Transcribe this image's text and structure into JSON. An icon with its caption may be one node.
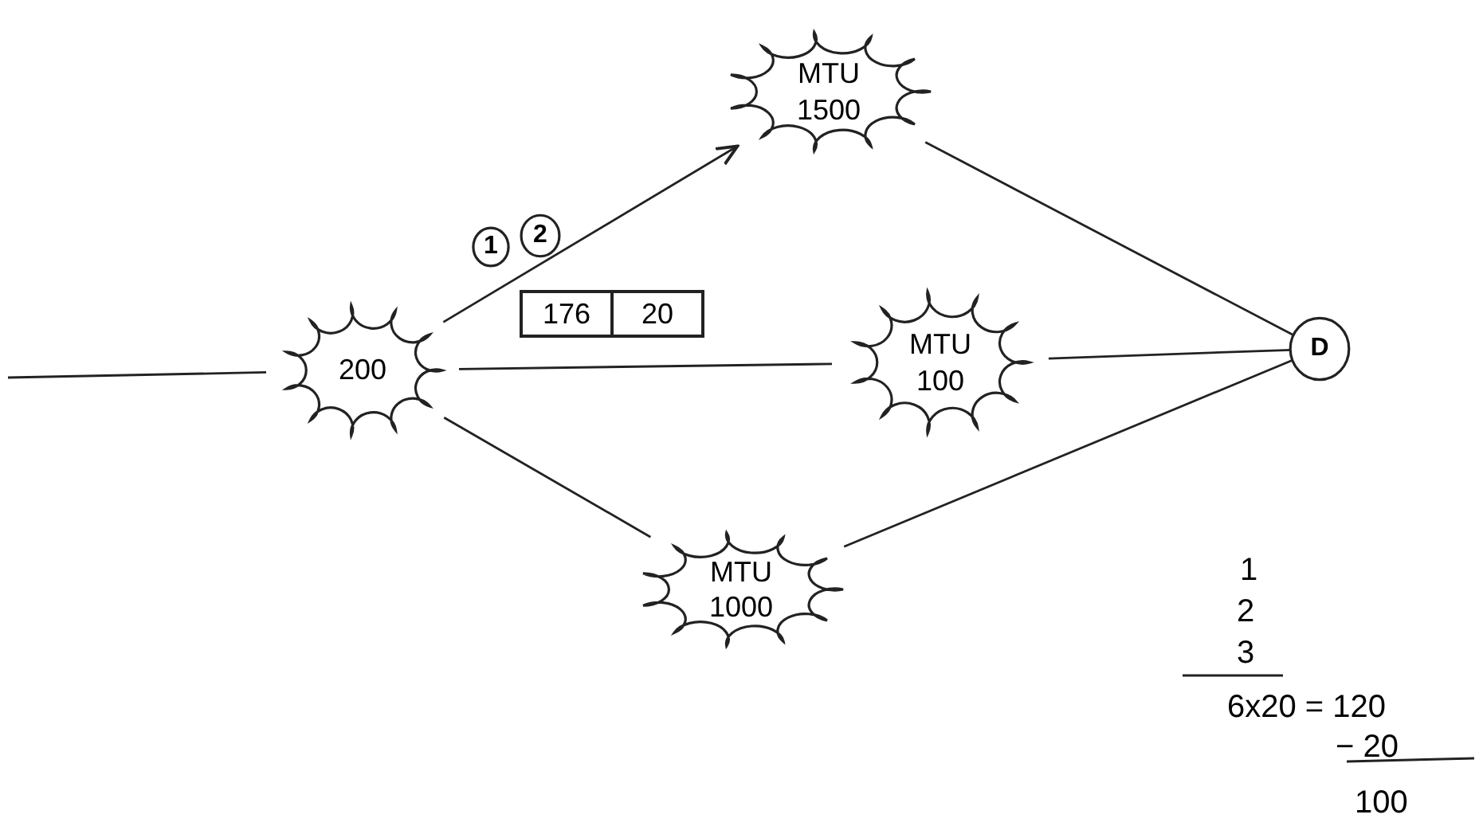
{
  "diagram": {
    "nodes": [
      {
        "text": [
          "200"
        ]
      },
      {
        "text": [
          "MTU 1500"
        ]
      },
      {
        "text": [
          "MTU 100"
        ]
      },
      {
        "text": [
          "MTU 1000"
        ]
      },
      {
        "text": [
          "D"
        ]
      },
      {
        "text": [
          "176",
          "20"
        ]
      },
      {
        "text": [
          "1"
        ]
      },
      {
        "text": [
          "2"
        ]
      }
    ],
    "edges": [
      {
        "from": null,
        "to": 0,
        "arrow": "none"
      },
      {
        "from": 0,
        "to": 1,
        "arrow": "to"
      },
      {
        "from": 0,
        "to": 2,
        "arrow": "none"
      },
      {
        "from": 0,
        "to": 3,
        "arrow": "none"
      },
      {
        "from": 1,
        "to": 4,
        "arrow": "none"
      },
      {
        "from": 2,
        "to": 4,
        "arrow": "none"
      },
      {
        "from": 3,
        "to": 4,
        "arrow": "none"
      }
    ],
    "labels": [
      "1",
      "2",
      "3",
      "6x20 = 120",
      "− 20",
      "100"
    ]
  }
}
